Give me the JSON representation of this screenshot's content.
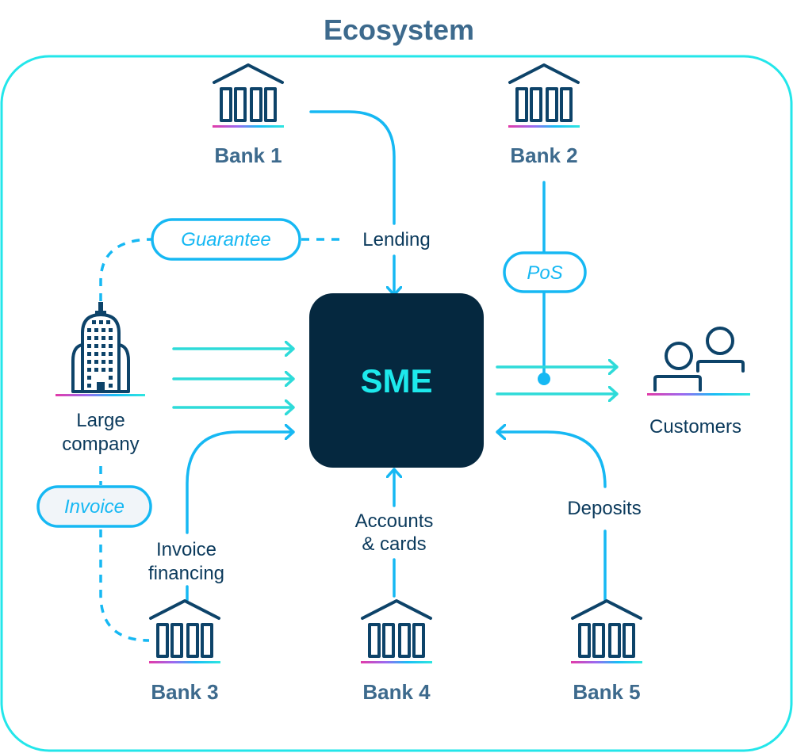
{
  "title": "Ecosystem",
  "center": {
    "label": "SME"
  },
  "nodes": {
    "bank1": {
      "label": "Bank 1",
      "icon": "bank-icon"
    },
    "bank2": {
      "label": "Bank 2",
      "icon": "bank-icon"
    },
    "bank3": {
      "label": "Bank 3",
      "icon": "bank-icon"
    },
    "bank4": {
      "label": "Bank 4",
      "icon": "bank-icon"
    },
    "bank5": {
      "label": "Bank 5",
      "icon": "bank-icon"
    },
    "large_company": {
      "label_line1": "Large",
      "label_line2": "company",
      "icon": "office-building-icon"
    },
    "customers": {
      "label": "Customers",
      "icon": "people-icon"
    }
  },
  "flows": {
    "lending": "Lending",
    "accounts_line1": "Accounts",
    "accounts_line2": "& cards",
    "deposits": "Deposits",
    "invoice_fin_line1": "Invoice",
    "invoice_fin_line2": "financing"
  },
  "pills": {
    "guarantee": "Guarantee",
    "pos": "PoS",
    "invoice": "Invoice"
  },
  "colors": {
    "frame": "#23e6ea",
    "flow_blue": "#16b8f3",
    "flow_teal": "#2edbd9",
    "sme_bg": "#05283f",
    "sme_text": "#1de9ec",
    "icon": "#0d4369",
    "label": "#3d6a8d",
    "underline_gradient": [
      "#e23aa8",
      "#9b6af0",
      "#19bdf5",
      "#2ee6e0"
    ]
  }
}
